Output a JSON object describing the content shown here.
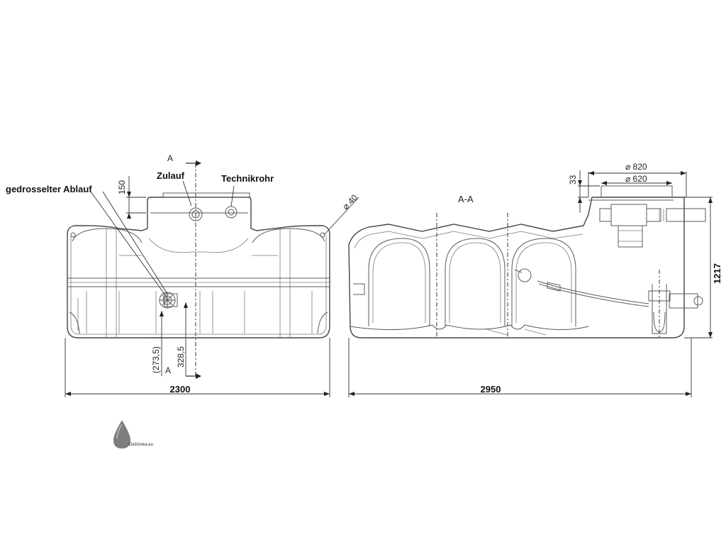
{
  "labels": {
    "gedrosselter": "gedrosselter Ablauf",
    "zulauf": "Zulauf",
    "technikrohr": "Technikrohr",
    "section_a_top": "A",
    "section_a_bottom": "A",
    "section_view": "A-A"
  },
  "dimensions": {
    "d150": "150",
    "d40": "⌀ 40",
    "d273": "(273,5)",
    "d328": "328,5",
    "d2300": "2300",
    "d2950": "2950",
    "d33": "33",
    "d820": "⌀ 820",
    "d620": "⌀ 620",
    "d1217": "1217"
  },
  "logo": {
    "text": "Dešťovka.eu"
  },
  "colors": {
    "line": "#5a5a5a",
    "logo": "#7d7d7d"
  }
}
